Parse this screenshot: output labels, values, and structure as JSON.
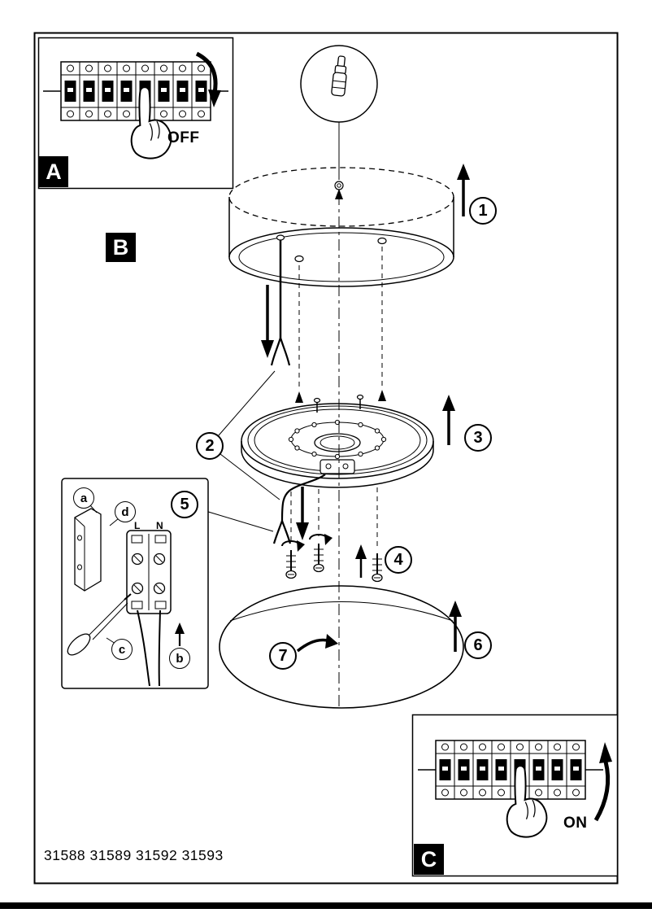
{
  "document": {
    "model_numbers": "31588 31589 31592 31593"
  },
  "panels": {
    "a": {
      "label": "A",
      "action": "OFF"
    },
    "b": {
      "label": "B"
    },
    "c": {
      "label": "C",
      "action": "ON"
    }
  },
  "steps": {
    "s1": "1",
    "s2": "2",
    "s3": "3",
    "s4": "4",
    "s5": "5",
    "s6": "6",
    "s7": "7"
  },
  "wiring_detail": {
    "a": "a",
    "b": "b",
    "c": "c",
    "d": "d",
    "terminal_l": "L",
    "terminal_n": "N"
  },
  "colors": {
    "ink": "#000000",
    "paper": "#ffffff"
  }
}
